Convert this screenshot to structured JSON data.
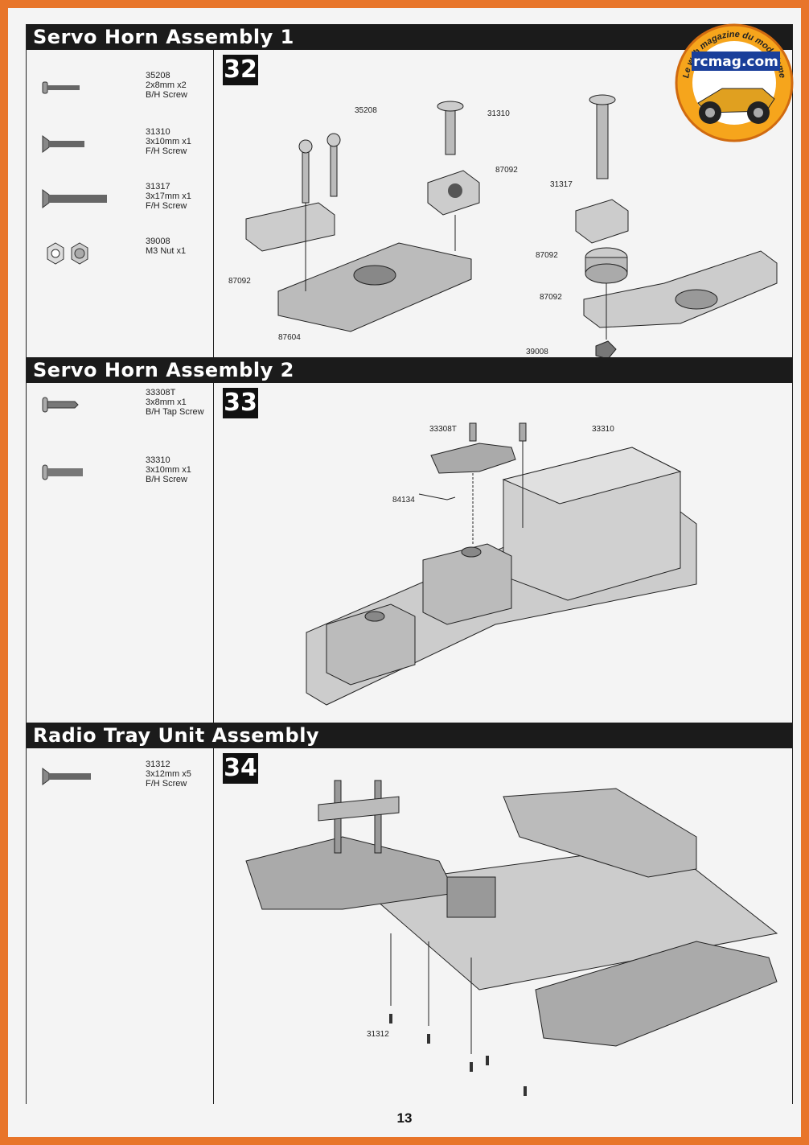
{
  "logo": {
    "circle_text": "Le web magazine du modelisme",
    "brand": "rcmag.com"
  },
  "sections": [
    {
      "title": "Servo Horn Assembly 1",
      "step": "32",
      "parts": [
        {
          "code": "35208",
          "size": "2x8mm x2",
          "type": "B/H Screw",
          "icon": "button-head-screw-icon"
        },
        {
          "code": "31310",
          "size": "3x10mm x1",
          "type": "F/H Screw",
          "icon": "flat-head-screw-icon"
        },
        {
          "code": "31317",
          "size": "3x17mm x1",
          "type": "F/H Screw",
          "icon": "flat-head-screw-icon"
        },
        {
          "code": "39008",
          "size": "M3 Nut x1",
          "type": "",
          "icon": "nut-icon"
        }
      ],
      "callouts": [
        "35208",
        "31310",
        "87092",
        "31317",
        "87092",
        "87092",
        "87092",
        "87604",
        "39008"
      ]
    },
    {
      "title": "Servo Horn Assembly 2",
      "step": "33",
      "parts": [
        {
          "code": "33308T",
          "size": "3x8mm x1",
          "type": "B/H Tap Screw",
          "icon": "tap-screw-icon"
        },
        {
          "code": "33310",
          "size": "3x10mm x1",
          "type": "B/H Screw",
          "icon": "button-head-screw-icon"
        }
      ],
      "callouts": [
        "33308T",
        "33310",
        "84134"
      ]
    },
    {
      "title": "Radio Tray Unit Assembly",
      "step": "34",
      "parts": [
        {
          "code": "31312",
          "size": "3x12mm x5",
          "type": "F/H Screw",
          "icon": "flat-head-screw-icon"
        }
      ],
      "callouts": [
        "31312"
      ]
    }
  ],
  "page_number": "13"
}
